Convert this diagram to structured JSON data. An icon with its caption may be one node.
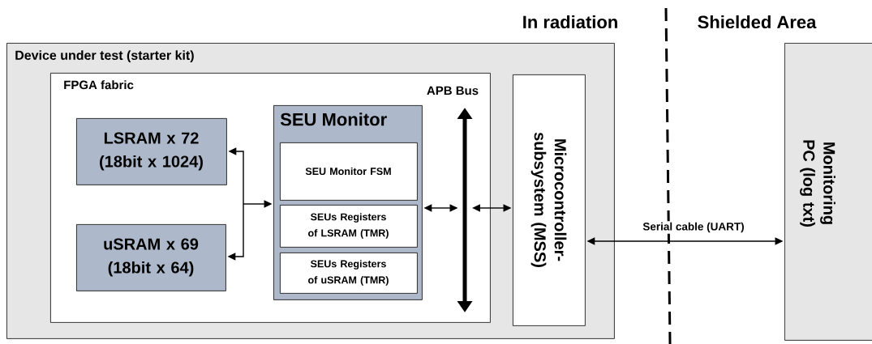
{
  "diagram": {
    "nodes": [
      {
        "text": [
          "Device under test (starter kit)"
        ]
      },
      {
        "text": [
          "FPGA fabric"
        ],
        "in": 0
      },
      {
        "text": [
          "LSRAM x 72 (18bit x 1024)"
        ],
        "in": 1
      },
      {
        "text": [
          "uSRAM x  69 (18bit x 64)"
        ],
        "in": 1
      },
      {
        "text": [
          "SEU Monitor"
        ],
        "in": 1
      },
      {
        "text": [
          "SEU Monitor FSM"
        ],
        "in": 4
      },
      {
        "text": [
          "SEUs Registers of LSRAM (TMR)"
        ],
        "in": 4
      },
      {
        "text": [
          "SEUs Registers of uSRAM (TMR)"
        ],
        "in": 4
      },
      {
        "text": [
          "APB Bus"
        ],
        "in": 1
      },
      {
        "text": [
          "Microcontroller-subsystem (MSS)"
        ],
        "in": 0
      },
      {
        "text": [
          "Monitoring PC (log txt)"
        ]
      }
    ],
    "edges": [
      {
        "from": 4,
        "to": 2,
        "arrow": "both"
      },
      {
        "from": 4,
        "to": 3,
        "arrow": "both"
      },
      {
        "from": 4,
        "to": 8,
        "arrow": "both"
      },
      {
        "from": 8,
        "to": 9,
        "arrow": "both"
      },
      {
        "from": 9,
        "to": 10,
        "arrow": "both",
        "label": "Serial cable (UART)"
      }
    ],
    "labels": [
      "In radiation",
      "Shielded Area"
    ]
  }
}
